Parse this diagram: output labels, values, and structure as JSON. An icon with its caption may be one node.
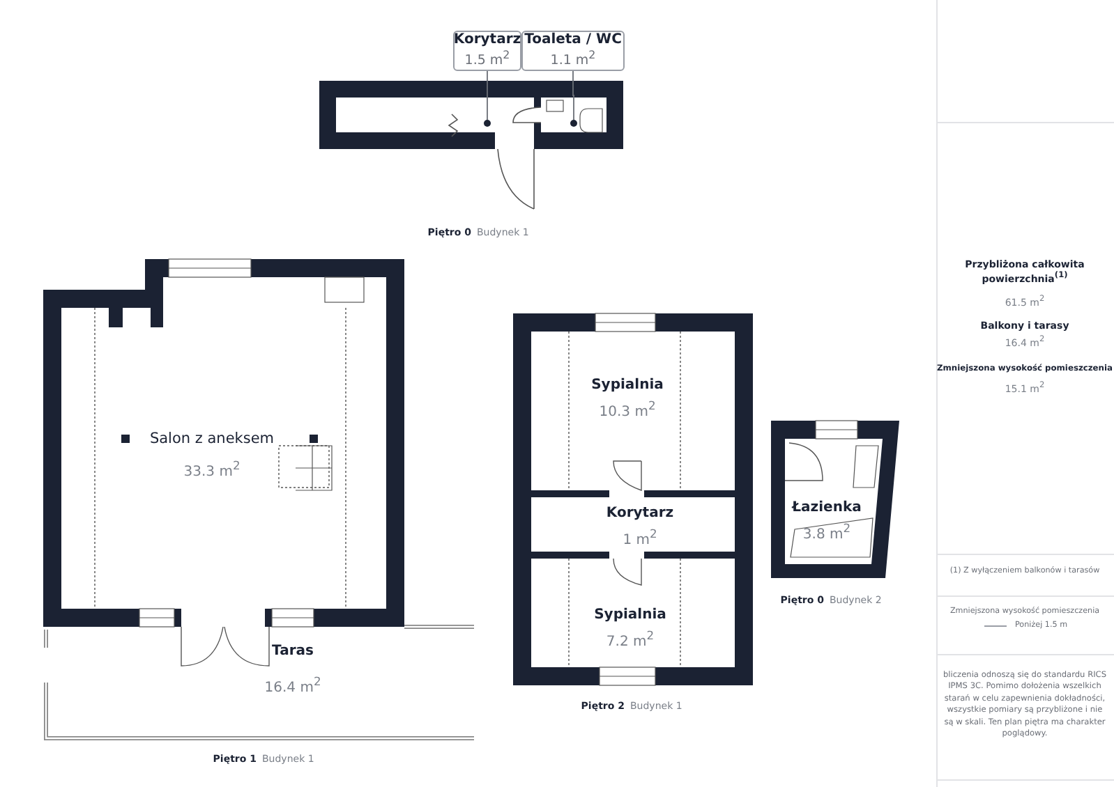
{
  "diagram": {
    "nodes": [
      {
        "text": [
          "Korytarz",
          "1.5 m$^{2}$"
        ]
      },
      {
        "text": [
          "Toaleta / WC",
          "1.1 m$^{2}$"
        ]
      },
      {
        "text": [],
        "shape": "circle"
      },
      {
        "text": [],
        "shape": "circle"
      }
    ],
    "edges": [
      {
        "from": 0,
        "to": 2,
        "arrow": "none"
      },
      {
        "from": 1,
        "to": 3,
        "arrow": "none"
      }
    ],
    "labels": [
      "Piętro 0",
      "Budynek 1",
      "Salon z aneksem",
      "33.3 m$^{2}$",
      "Taras",
      "16.4 m$^{2}$",
      "Piętro 1",
      "Budynek 1",
      "Sypialnia",
      "10.3 m$^{2}$",
      "Korytarz",
      "1 m$^{2}$",
      "Sypialnia",
      "7.2 m$^{2}$",
      "Piętro 2",
      "Budynek 1",
      "Łazienka",
      "3.8 m$^{2}$",
      "Piętro 0",
      "Budynek 2",
      "Przybliżona całkowita powierzchnia$^{(1)}$",
      "61.5 m$^{2}$",
      "Balkony i tarasy",
      "16.4 m$^{2}$",
      "Zmniejszona wysokość pomieszczenia",
      "15.1 m$^{2}$",
      "(1) Z wyłączeniem balkonów i tarasów",
      "Zmniejszona wysokość pomieszczenia",
      "bliczenia odnoszą się do standardu RICS IPMS 3C. Pomimo dołożenia wszelkich starań w celu zapewnienia dokładności, wszystkie pomiary są przybliżone i nie są w skali. Ten plan piętra ma charakter poglądowy."
    ],
    "legend": [
      {
        "text": "Poniżej 1.5 m"
      }
    ]
  }
}
